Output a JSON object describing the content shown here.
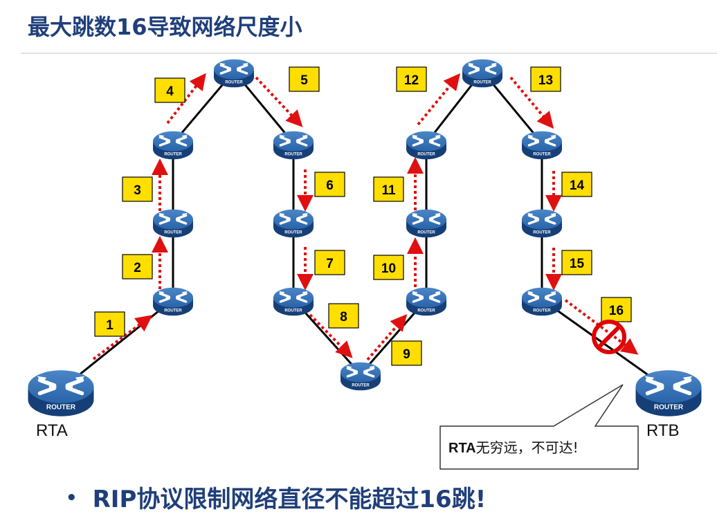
{
  "slide": {
    "title": "最大跳数16导致网络尺度小",
    "bullet": "RIP协议限制网络直径不能超过16跳!",
    "bullet_marker": "•"
  },
  "device_label": "ROUTER",
  "endpoints": {
    "left": "RTA",
    "right": "RTB"
  },
  "callout": {
    "bold": "RTA",
    "rest": "无穷远，不可达!"
  },
  "hops": [
    "1",
    "2",
    "3",
    "4",
    "5",
    "6",
    "7",
    "8",
    "9",
    "10",
    "11",
    "12",
    "13",
    "14",
    "15",
    "16"
  ],
  "colors": {
    "title": "#1f3f7a",
    "hop_box": "#ffde00",
    "arrow": "#e01010",
    "router": "#1f5fa8",
    "blocked": "#e00000"
  }
}
